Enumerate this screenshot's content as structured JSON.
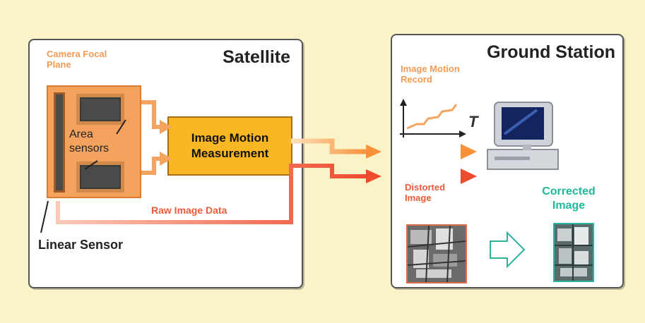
{
  "satellite": {
    "title": "Satellite",
    "focal_plane_label": "Camera Focal Plane",
    "area_sensors_label": "Area sensors",
    "linear_sensor_label": "Linear Sensor",
    "measurement_box": "Image Motion Measurement",
    "raw_data_label": "Raw Image Data"
  },
  "ground_station": {
    "title": "Ground Station",
    "motion_record_label": "Image Motion Record",
    "axis_t_label": "T",
    "distorted_label": "Distorted Image",
    "corrected_label": "Corrected Image"
  },
  "colors": {
    "background": "#faf3c8",
    "orange_text": "#f39a52",
    "measurement_fill": "#f9b823",
    "arrow_orange": "#f7923a",
    "arrow_red": "#ee4a2e",
    "corrected_text": "#1fb89a"
  },
  "icons": [
    "computer-monitor-icon",
    "right-arrow-icon"
  ]
}
